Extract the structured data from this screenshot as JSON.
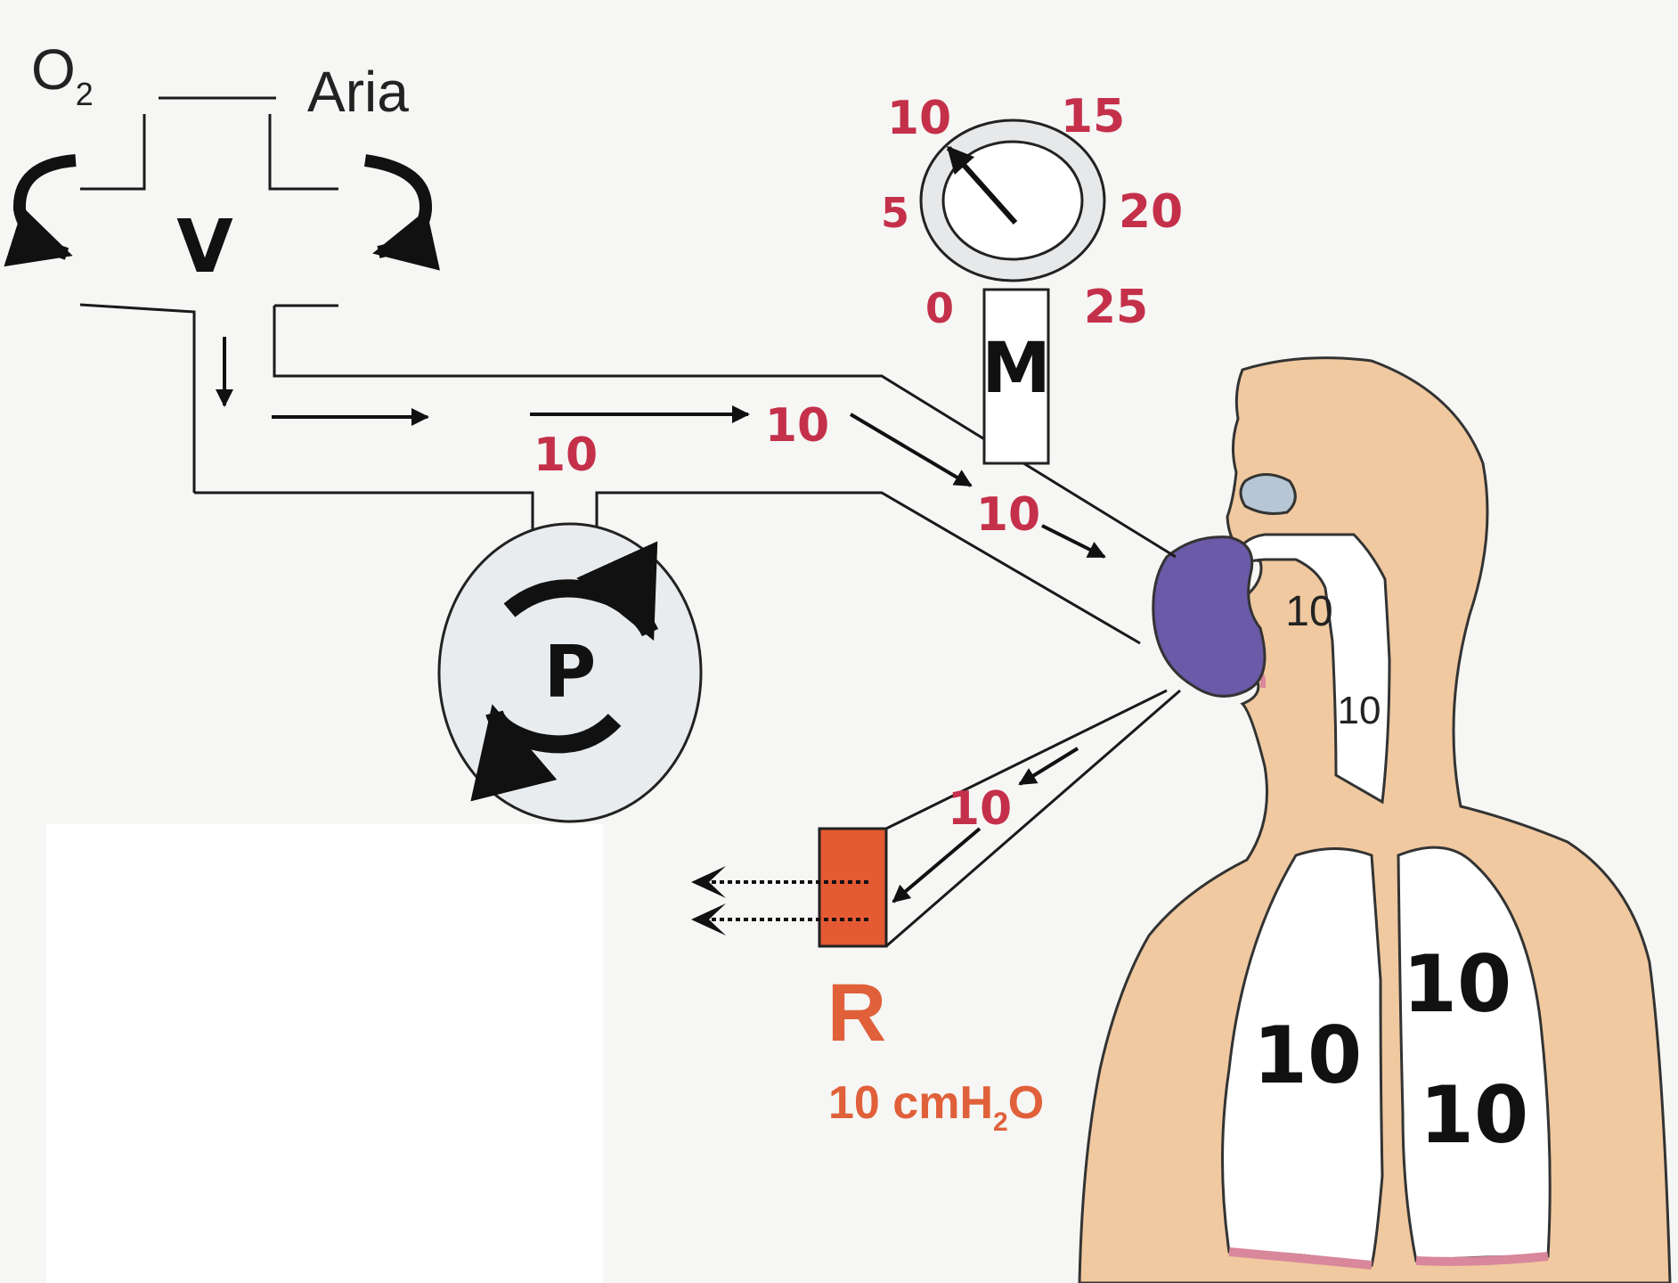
{
  "gas_inputs": {
    "oxygen": "O",
    "oxygen_sub": "2",
    "air": "Aria"
  },
  "components": {
    "valve": "V",
    "pump": "P",
    "manometer": "M",
    "resistance": "R"
  },
  "gauge": {
    "scale": [
      "0",
      "5",
      "10",
      "15",
      "20",
      "25"
    ],
    "reading": "10"
  },
  "circuit_values": {
    "inspiratory_junction": "10",
    "inspiratory_tube": "10",
    "inspiratory_near_mask": "10",
    "expiratory_tube": "10"
  },
  "airway_values": {
    "nasal_cavity": "10",
    "trachea": "10"
  },
  "lung_values": {
    "left_lung": "10",
    "right_lung_upper": "10",
    "right_lung_lower": "10"
  },
  "resistance_pressure": {
    "value": "10 cmH",
    "sub": "2",
    "suffix": "O"
  },
  "colors": {
    "red_labels": "#c4304a",
    "mask": "#6a5aa8",
    "resistance": "#e35a33",
    "skin": "#f0c9a0",
    "lung_edge": "#d9879a"
  }
}
